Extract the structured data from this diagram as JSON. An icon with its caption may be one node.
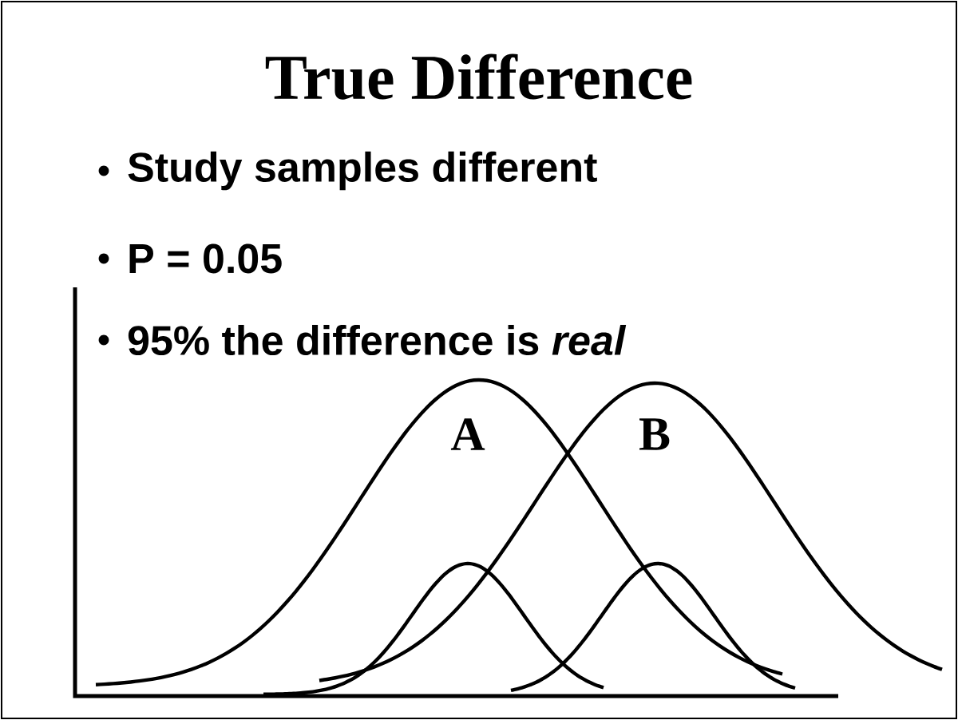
{
  "diagram": {
    "title": "True Difference",
    "labels": [
      "Study samples different",
      "P = 0.05",
      "95% the difference is *real*",
      "A",
      "B"
    ]
  }
}
